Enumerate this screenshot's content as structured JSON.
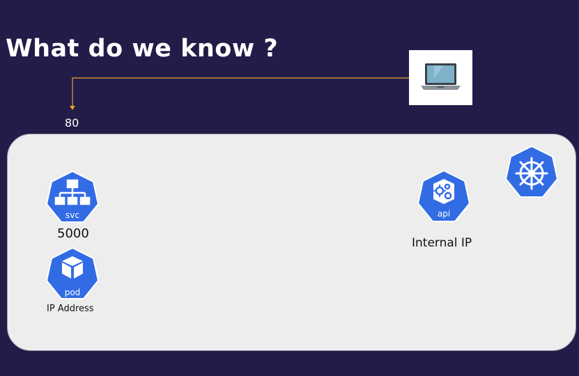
{
  "title": "What do we know ?",
  "client": {
    "icon": "laptop-icon"
  },
  "connector": {
    "port_label": "80",
    "color": "#f0a030"
  },
  "cluster": {
    "background": "#ededee",
    "kubernetes_logo": "kubernetes-helm-icon",
    "service": {
      "badge": "svc",
      "port": "5000",
      "icon": "service-icon"
    },
    "pod": {
      "badge": "pod",
      "label": "IP Address",
      "icon": "pod-icon"
    },
    "api_server": {
      "badge": "api",
      "label": "Internal IP",
      "icon": "api-server-icon"
    }
  },
  "colors": {
    "background": "#221c48",
    "k8s_blue": "#326ce5",
    "title": "#ffffff"
  }
}
